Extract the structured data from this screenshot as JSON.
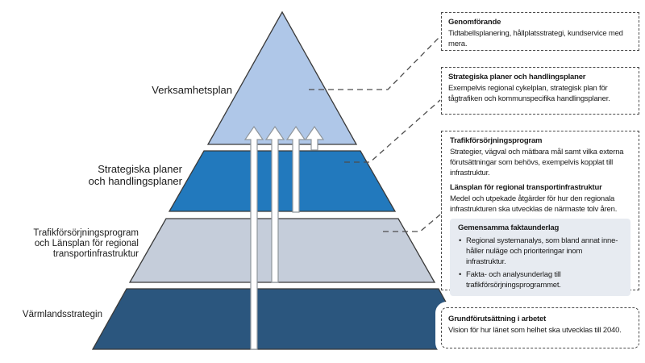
{
  "colors": {
    "layer-top": "#afc7e8",
    "layer-blue": "#2279bd",
    "layer-gray": "#c5cdda",
    "layer-navy": "#2b567e",
    "outline": "#3a3a3a",
    "arrow-fill": "#ffffff",
    "arrow-stroke": "#8f969c",
    "connector": "#4d4d4d",
    "box-border": "#4c4c4c",
    "subbox-bg": "#e7ebf1"
  },
  "pyramid": {
    "layer_labels": [
      {
        "text": "Verksamhetsplan"
      },
      {
        "text": "Strategiska planer\noch handlingsplaner"
      },
      {
        "text": "Trafikförsörjningsprogram\noch Länsplan för regional\ntransportinfrastruktur"
      },
      {
        "text": "Värmlandsstrategin"
      }
    ]
  },
  "callouts": {
    "genomforande": {
      "title": "Genomförande",
      "body": "Tidtabellsplanering, hållplatsstrategi, kundservice med mera."
    },
    "strategiska": {
      "title": "Strategiska planer och handlingsplaner",
      "body": "Exempelvis regional cykelplan, strategisk plan för tågtrafiken och kommunspecifika handlingsplaner."
    },
    "trafik": {
      "section1": {
        "title": "Trafikförsörjningsprogram",
        "body": "Strategier, vägval och mätbara mål samt vilka externa förutsättningar som behövs, exempelvis kopplat till infrastruktur."
      },
      "section2": {
        "title": "Länsplan för regional transportinfrastruktur",
        "body": "Medel och utpekade åtgärder för hur den regionala infrastrukturen ska utvecklas de närmaste tolv åren."
      },
      "subbox": {
        "title": "Gemensamma faktaunderlag",
        "bullets": [
          "Regional systemanalys, som bland annat inne-håller nuläge och prioriteringar inom infrastruktur.",
          "Fakta- och analysunderlag till trafikförsörjningsprogrammet."
        ]
      }
    },
    "grund": {
      "title": "Grundförutsättning i arbetet",
      "body": "Vision för hur länet som helhet ska utvecklas till 2040."
    }
  }
}
